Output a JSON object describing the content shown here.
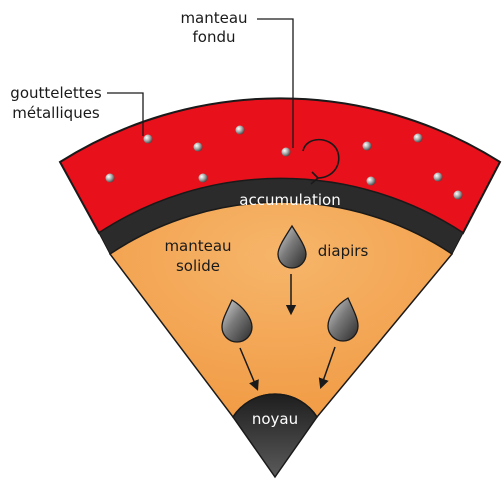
{
  "labels": {
    "molten_mantle": [
      "manteau",
      "fondu"
    ],
    "metal_droplets": [
      "gouttelettes",
      "métalliques"
    ],
    "accumulation": "accumulation",
    "solid_mantle": [
      "manteau",
      "solide"
    ],
    "diapirs": "diapirs",
    "core": "noyau"
  },
  "colors": {
    "molten_mantle": "#e8101a",
    "accumulation_layer": "#2b2b2b",
    "solid_mantle": "#f4a95a",
    "core": "#3a3a3a",
    "outline": "#1a1a1a"
  },
  "icons": {
    "circulation": "circular-arrow-icon",
    "droplet": "droplet-icon",
    "diapir": "teardrop-icon",
    "arrow": "arrow-down-icon"
  }
}
